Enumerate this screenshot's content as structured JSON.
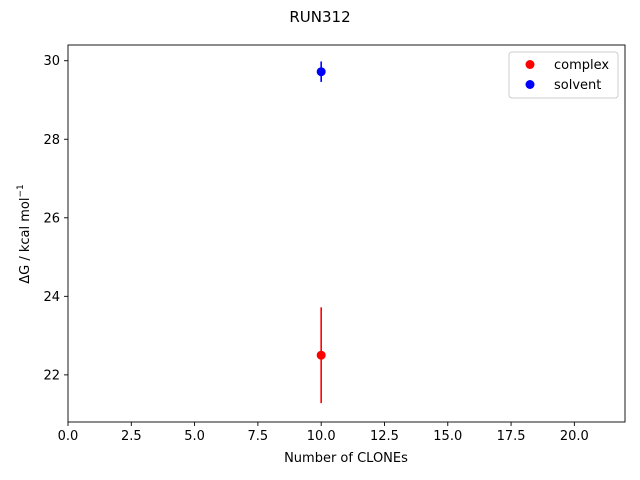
{
  "chart_data": {
    "type": "scatter",
    "title": "RUN312",
    "xlabel": "Number of CLONEs",
    "ylabel": "ΔG / kcal mol",
    "ylabel_superscript": "−1",
    "xlim": [
      0,
      22
    ],
    "ylim": [
      20.8,
      30.4
    ],
    "xticks": [
      0,
      2.5,
      5,
      7.5,
      10,
      12.5,
      15,
      17.5,
      20
    ],
    "xtick_labels": [
      "0.0",
      "2.5",
      "5.0",
      "7.5",
      "10.0",
      "12.5",
      "15.0",
      "17.5",
      "20.0"
    ],
    "yticks": [
      22,
      24,
      26,
      28,
      30
    ],
    "ytick_labels": [
      "22",
      "24",
      "26",
      "28",
      "30"
    ],
    "grid": false,
    "legend_position": "top-right",
    "series": [
      {
        "name": "complex",
        "color": "#ff0000",
        "points": [
          {
            "x": 10,
            "y": 22.5,
            "err": 1.22
          }
        ]
      },
      {
        "name": "solvent",
        "color": "#0000ff",
        "points": [
          {
            "x": 10,
            "y": 29.72,
            "err": 0.26
          }
        ]
      }
    ]
  }
}
